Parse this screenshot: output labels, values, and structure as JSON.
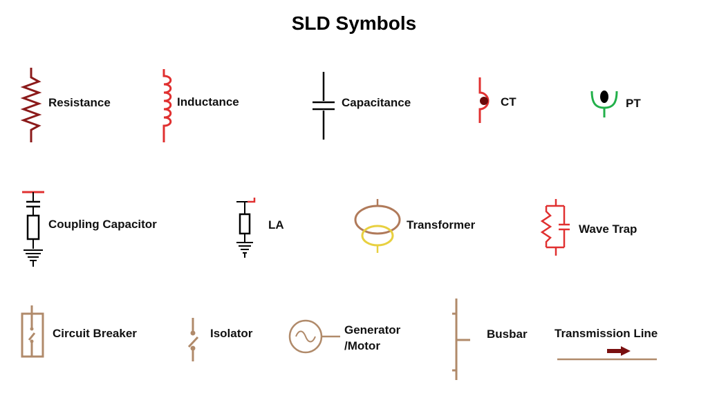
{
  "title": "SLD Symbols",
  "colors": {
    "resistance": "#8B1A1A",
    "inductance": "#E03030",
    "ct": "#E03030",
    "ct_dot": "#6B0A0A",
    "pt": "#22B04A",
    "brown": "#B08A6A",
    "transformer_primary": "#B07A5A",
    "transformer_secondary": "#E8D040",
    "wave_trap": "#E03030",
    "arrow": "#7A1010"
  },
  "symbols": [
    {
      "id": "resistance",
      "label": "Resistance"
    },
    {
      "id": "inductance",
      "label": "Inductance"
    },
    {
      "id": "capacitance",
      "label": "Capacitance"
    },
    {
      "id": "ct",
      "label": "CT"
    },
    {
      "id": "pt",
      "label": "PT"
    },
    {
      "id": "coupling_capacitor",
      "label": "Coupling Capacitor"
    },
    {
      "id": "la",
      "label": "LA"
    },
    {
      "id": "transformer",
      "label": "Transformer"
    },
    {
      "id": "wave_trap",
      "label": "Wave Trap"
    },
    {
      "id": "circuit_breaker",
      "label": "Circuit Breaker"
    },
    {
      "id": "isolator",
      "label": "Isolator"
    },
    {
      "id": "generator_motor",
      "label": "Generator\n/Motor"
    },
    {
      "id": "busbar",
      "label": "Busbar"
    },
    {
      "id": "transmission_line",
      "label": "Transmission Line"
    }
  ]
}
